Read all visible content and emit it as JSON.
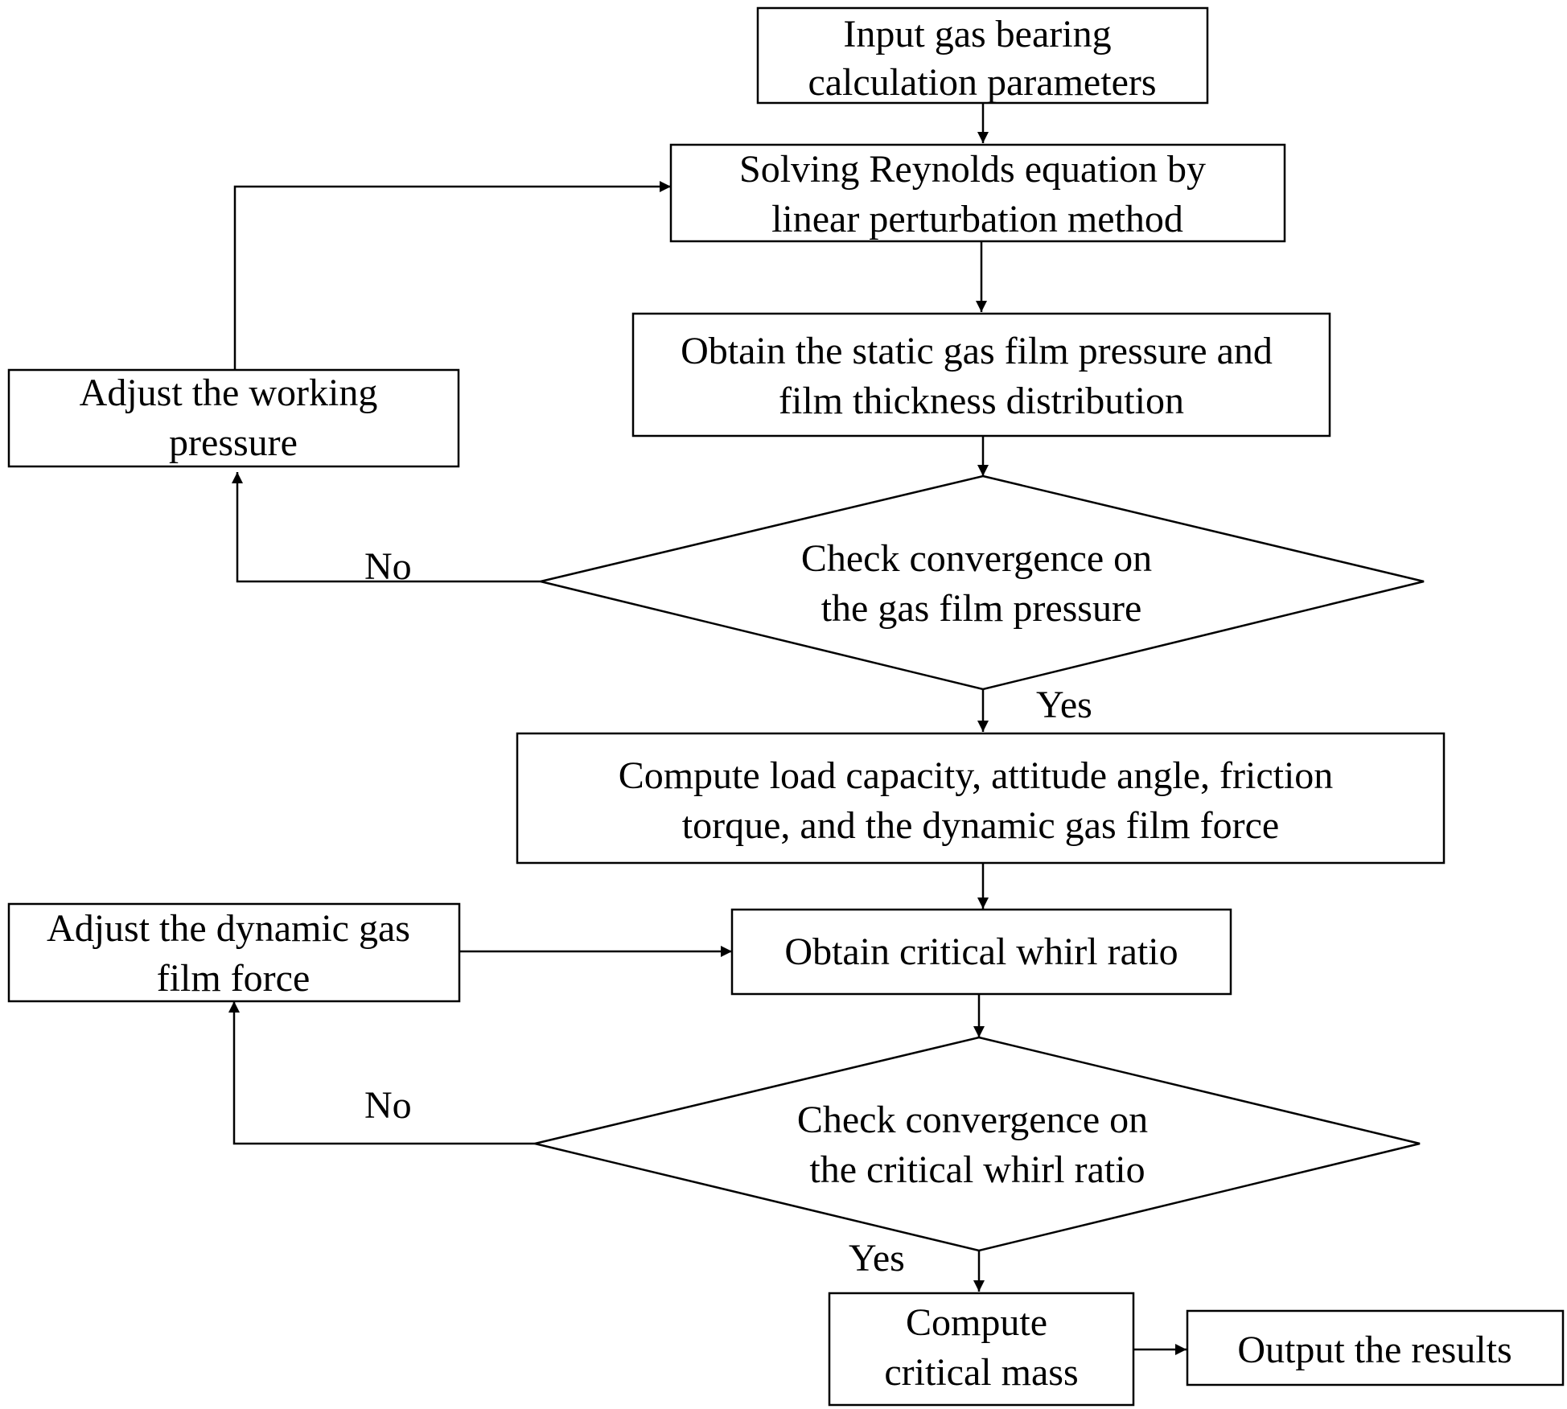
{
  "nodes": {
    "input": {
      "lines": [
        "Input gas bearing",
        "calculation parameters"
      ]
    },
    "solve": {
      "lines": [
        "Solving Reynolds equation by",
        "linear perturbation method"
      ]
    },
    "static": {
      "lines": [
        "Obtain the static gas film pressure and",
        "film thickness distribution"
      ]
    },
    "check1": {
      "lines": [
        "Check convergence on",
        "the gas film pressure"
      ]
    },
    "adjust1": {
      "lines": [
        "Adjust the working",
        "pressure"
      ]
    },
    "compute": {
      "lines": [
        "Compute load capacity, attitude angle, friction",
        "torque, and the dynamic gas film force"
      ]
    },
    "whirl": {
      "lines": [
        "Obtain critical whirl ratio"
      ]
    },
    "adjust2": {
      "lines": [
        "Adjust the dynamic gas",
        "film force"
      ]
    },
    "check2": {
      "lines": [
        "Check convergence on",
        "the critical whirl ratio"
      ]
    },
    "mass": {
      "lines": [
        "Compute",
        "critical mass"
      ]
    },
    "output": {
      "lines": [
        "Output the results"
      ]
    }
  },
  "edge_labels": {
    "no1": "No",
    "yes1": "Yes",
    "no2": "No",
    "yes2": "Yes"
  },
  "colors": {
    "stroke": "#000000",
    "fill": "#ffffff",
    "text": "#000000"
  }
}
